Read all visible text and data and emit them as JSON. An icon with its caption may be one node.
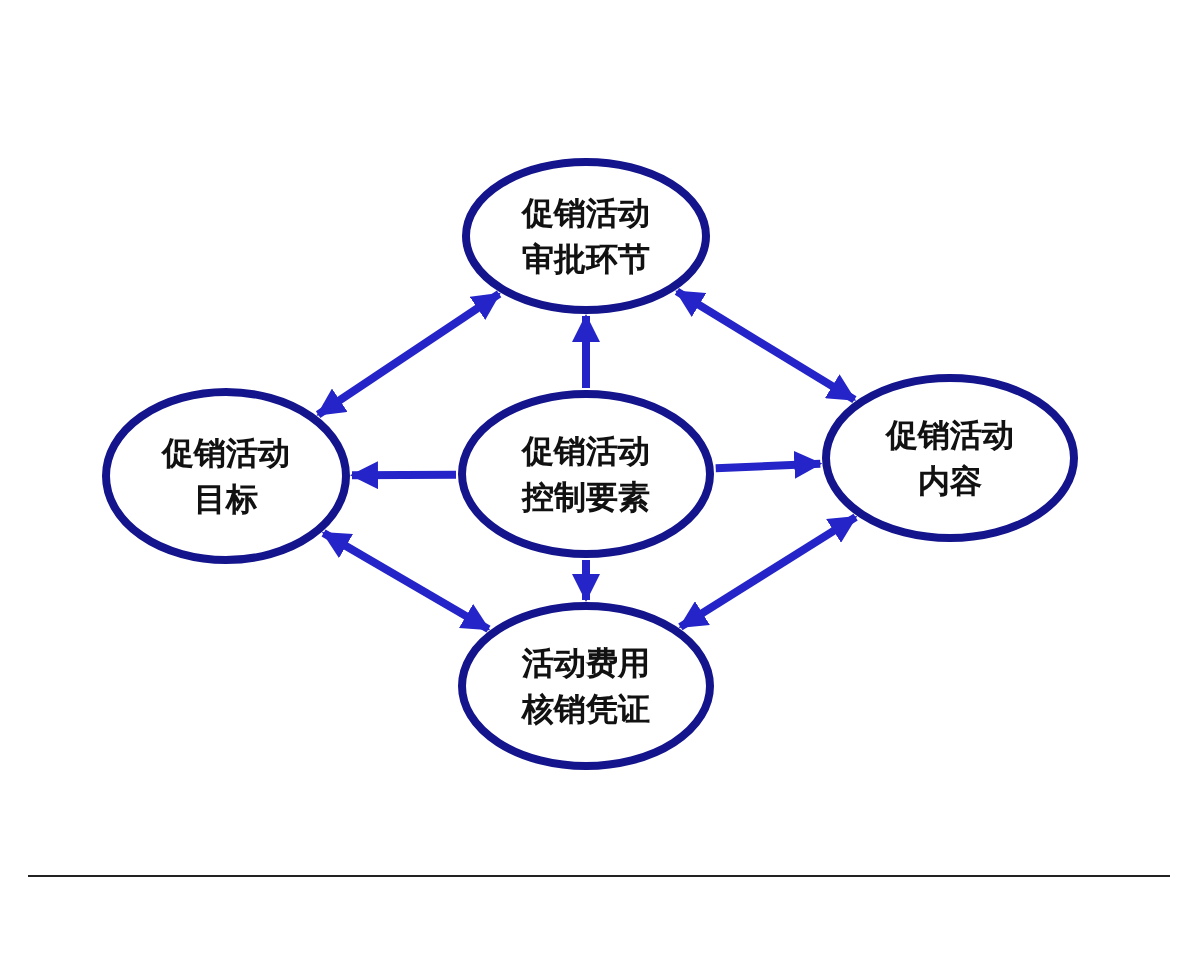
{
  "diagram": {
    "nodes": [
      {
        "text": [
          "促销活动审批环节"
        ]
      },
      {
        "text": [
          "促销活动目标"
        ]
      },
      {
        "text": [
          "促销活动控制要素"
        ]
      },
      {
        "text": [
          "促销活动内容"
        ]
      },
      {
        "text": [
          "活动费用核销凭证"
        ]
      }
    ],
    "edges": [
      {
        "from": 0,
        "to": 1,
        "arrow": "both"
      },
      {
        "from": 0,
        "to": 3,
        "arrow": "both"
      },
      {
        "from": 1,
        "to": 4,
        "arrow": "both"
      },
      {
        "from": 3,
        "to": 4,
        "arrow": "both"
      },
      {
        "from": 2,
        "to": 0,
        "arrow": "to"
      },
      {
        "from": 2,
        "to": 1,
        "arrow": "to"
      },
      {
        "from": 2,
        "to": 3,
        "arrow": "to"
      },
      {
        "from": 2,
        "to": 4,
        "arrow": "to"
      }
    ]
  }
}
